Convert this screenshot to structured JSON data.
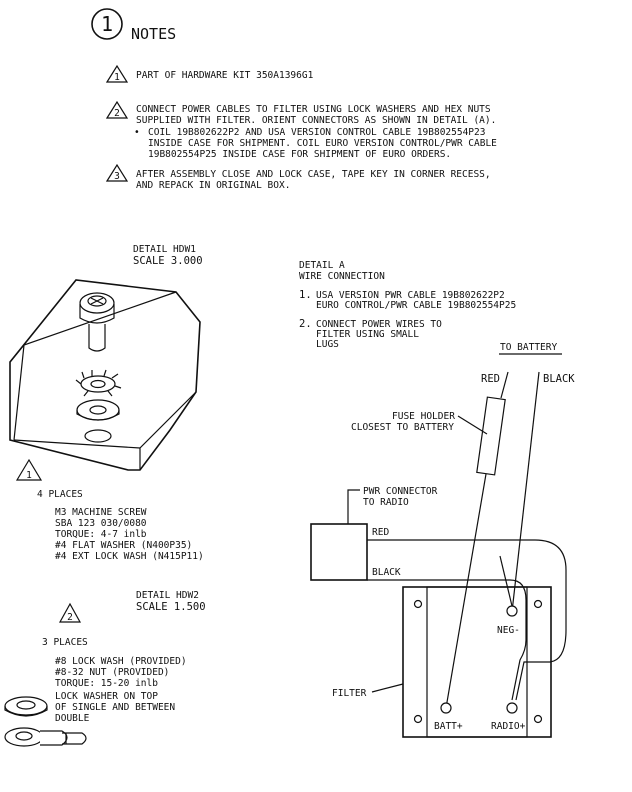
{
  "notes": {
    "number": "1",
    "title": "NOTES",
    "items": [
      {
        "flag": "1",
        "lines": [
          "PART OF HARDWARE KIT 350A1396G1"
        ]
      },
      {
        "flag": "2",
        "lines": [
          "CONNECT POWER CABLES TO FILTER USING LOCK WASHERS AND HEX NUTS",
          "SUPPLIED WITH FILTER. ORIENT CONNECTORS AS SHOWN IN DETAIL (A).",
          "COIL 19B802622P2 AND USA VERSION CONTROL CABLE 19B802554P23",
          "INSIDE CASE FOR SHIPMENT.  COIL EURO VERSION CONTROL/PWR CABLE",
          "19B802554P25 INSIDE CASE FOR SHIPMENT OF EURO ORDERS."
        ]
      },
      {
        "flag": "3",
        "lines": [
          "AFTER ASSEMBLY CLOSE AND LOCK CASE, TAPE KEY IN CORNER RECESS,",
          "AND REPACK IN ORIGINAL BOX."
        ]
      }
    ],
    "bullet": "•"
  },
  "detail_hdw1": {
    "title": "DETAIL  HDW1",
    "scale": "SCALE  3.000",
    "flag": "1",
    "places": "4 PLACES",
    "parts": [
      "M3 MACHINE SCREW",
      "SBA 123 030/0080",
      "TORQUE: 4-7 inlb",
      "#4 FLAT WASHER (N400P35)",
      "#4 EXT LOCK WASH (N415P11)"
    ]
  },
  "detail_hdw2": {
    "title": "DETAIL  HDW2",
    "scale": "SCALE  1.500",
    "flag": "2",
    "places": "3 PLACES",
    "parts": [
      "#8 LOCK WASH (PROVIDED)",
      "#8-32 NUT (PROVIDED)",
      "TORQUE: 15-20 inlb"
    ],
    "note_lines": [
      "LOCK WASHER ON TOP",
      "OF SINGLE AND BETWEEN",
      "DOUBLE"
    ]
  },
  "detail_a": {
    "title": "DETAIL A",
    "subtitle": "WIRE CONNECTION",
    "item1_num": "1.",
    "item1_lines": [
      "USA VERSION PWR CABLE 19B802622P2",
      "EURO CONTROL/PWR CABLE 19B802554P25"
    ],
    "item2_num": "2.",
    "item2_lines": [
      "CONNECT POWER WIRES TO",
      "FILTER USING SMALL",
      "LUGS"
    ]
  },
  "wiring": {
    "to_battery": "TO BATTERY",
    "red_top": "RED",
    "black_top": "BLACK",
    "fuse_lines": [
      "FUSE HOLDER",
      "CLOSEST TO BATTERY"
    ],
    "pwr_lines": [
      "PWR CONNECTOR",
      "TO RADIO"
    ],
    "red_mid": "RED",
    "black_mid": "BLACK",
    "neg": "NEG-",
    "filter": "FILTER",
    "batt": "BATT+",
    "radio": "RADIO+"
  }
}
